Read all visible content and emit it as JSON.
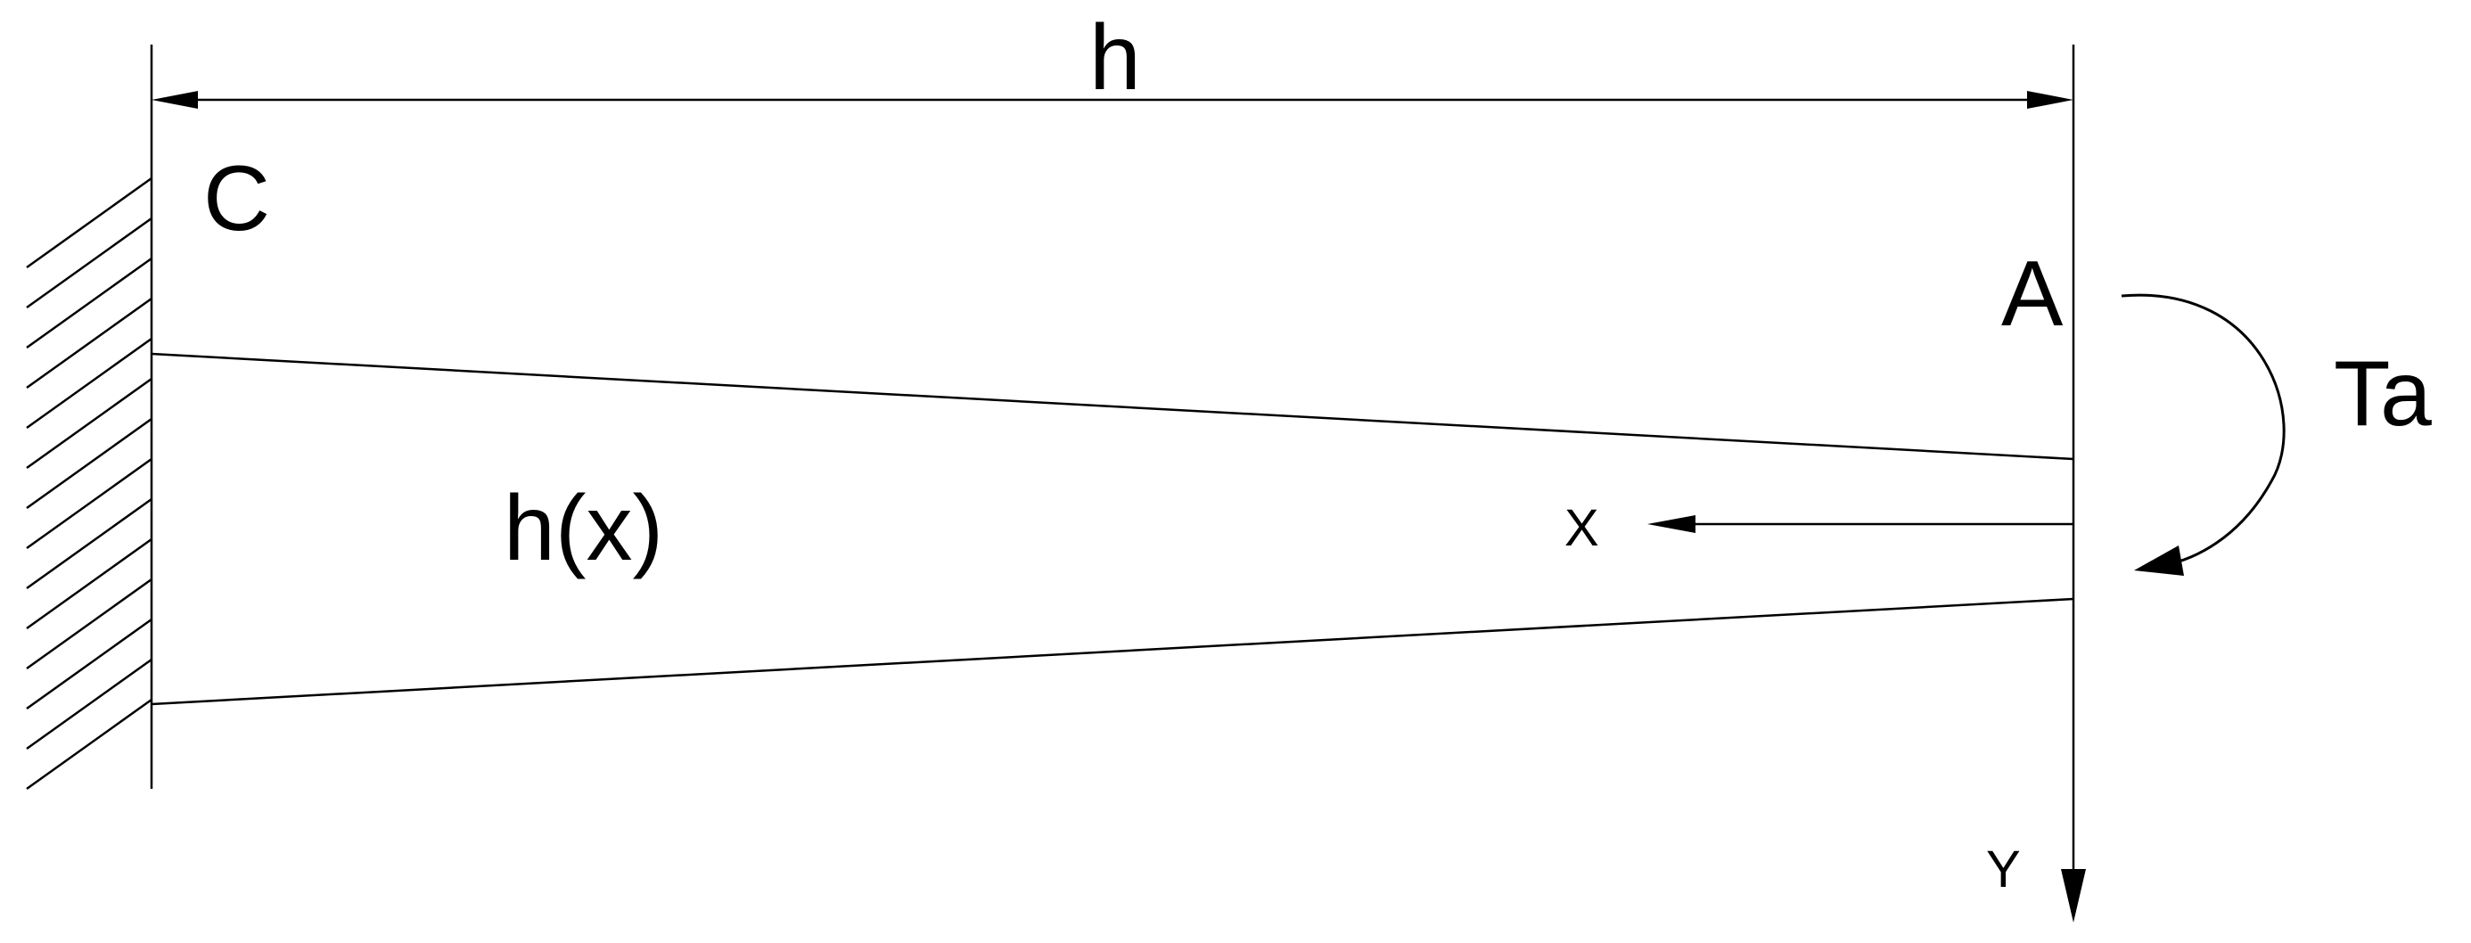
{
  "labels": {
    "span": "h",
    "fixed_end": "C",
    "free_end": "A",
    "moment": "Ta",
    "height_function": "h(x)",
    "x_axis": "X",
    "y_axis": "Y"
  },
  "colors": {
    "stroke": "#000000",
    "background": "#ffffff"
  }
}
